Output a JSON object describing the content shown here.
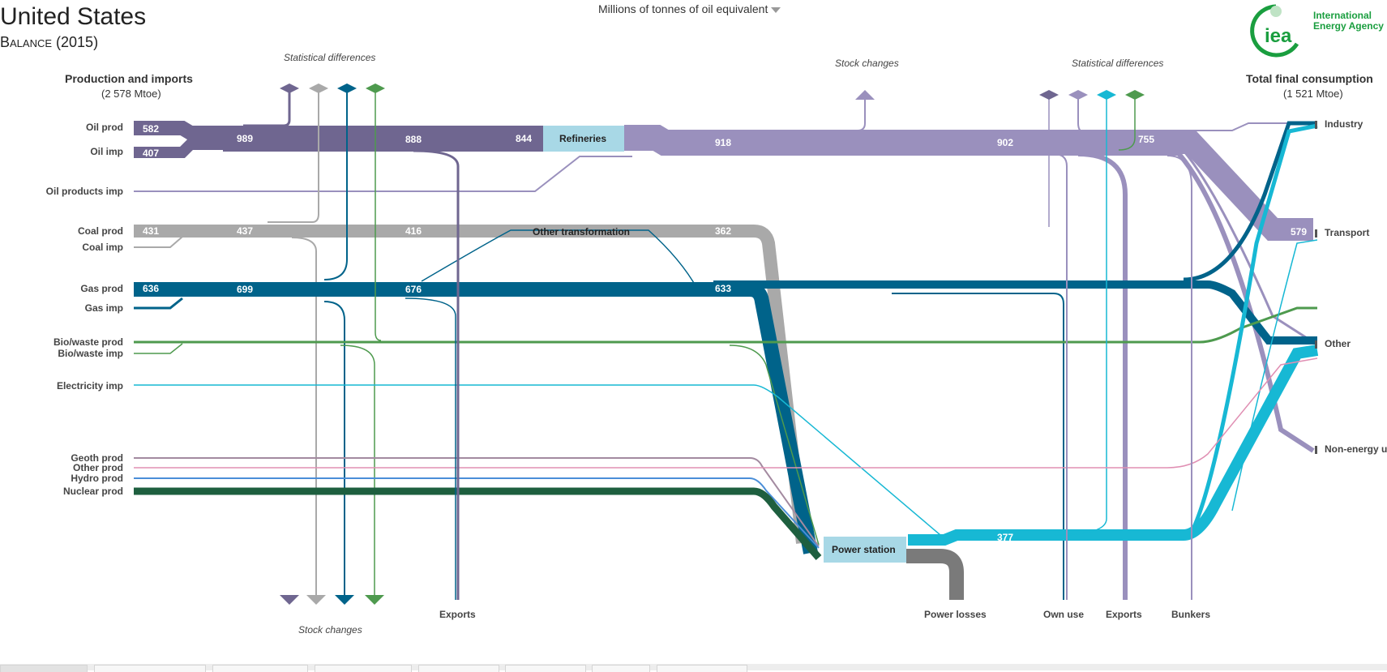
{
  "header": {
    "title": "United States",
    "subtitle": "Balance (2015)",
    "units": "Millions of tonnes of oil equivalent",
    "logo_mark": "iea",
    "logo_org_line1": "International",
    "logo_org_line2": "Energy Agency"
  },
  "diagram": {
    "left_heading": "Production and imports",
    "left_total": "(2 578 Mtoe)",
    "right_heading": "Total final consumption",
    "right_total": "(1 521 Mtoe)",
    "sources": [
      "Oil prod",
      "Oil imp",
      "Oil products imp",
      "Coal prod",
      "Coal imp",
      "Gas prod",
      "Gas imp",
      "Bio/waste prod",
      "Bio/waste imp",
      "Electricity imp",
      "Geoth prod",
      "Other prod",
      "Hydro prod",
      "Nuclear prod"
    ],
    "sinks": [
      "Industry",
      "Transport",
      "Other",
      "Non-energy u"
    ],
    "nodes": {
      "refineries": "Refineries",
      "other_transformation": "Other transformation",
      "power_station": "Power station"
    },
    "notes": {
      "stat_diff_left": "Statistical differences",
      "stock_changes_bottom": "Stock changes",
      "stock_changes_top": "Stock  changes",
      "stat_diff_right": "Statistical differences"
    },
    "bottom_labels": {
      "exports_left": "Exports",
      "power_losses": "Power losses",
      "own_use": "Own use",
      "exports_right": "Exports",
      "bunkers": "Bunkers"
    },
    "values": {
      "oil_prod": "582",
      "oil_imp": "407",
      "oil_total": "989",
      "oil_888": "888",
      "oil_844": "844",
      "oilprod_918": "918",
      "oilprod_902": "902",
      "oilprod_755": "755",
      "transport_579": "579",
      "coal_431": "431",
      "coal_437": "437",
      "coal_416": "416",
      "coal_362": "362",
      "gas_636": "636",
      "gas_699": "699",
      "gas_676": "676",
      "gas_633": "633",
      "elec_377": "377"
    }
  },
  "colors": {
    "oil": "#6f6690",
    "oil_products": "#9a90bd",
    "coal": "#a9a9a9",
    "gas": "#00638a",
    "bio": "#4e9a4e",
    "electricity": "#17b8d4",
    "nuclear": "#1e5f3f",
    "other_prod": "#e08fb3",
    "hydro": "#4a8ed8",
    "geoth": "#a38aa0",
    "node": "#a8d8e6",
    "losses": "#7a7a7a",
    "logo": "#1a9e3f"
  },
  "tabs": [
    "",
    "",
    "",
    "",
    "",
    "",
    "",
    ""
  ]
}
